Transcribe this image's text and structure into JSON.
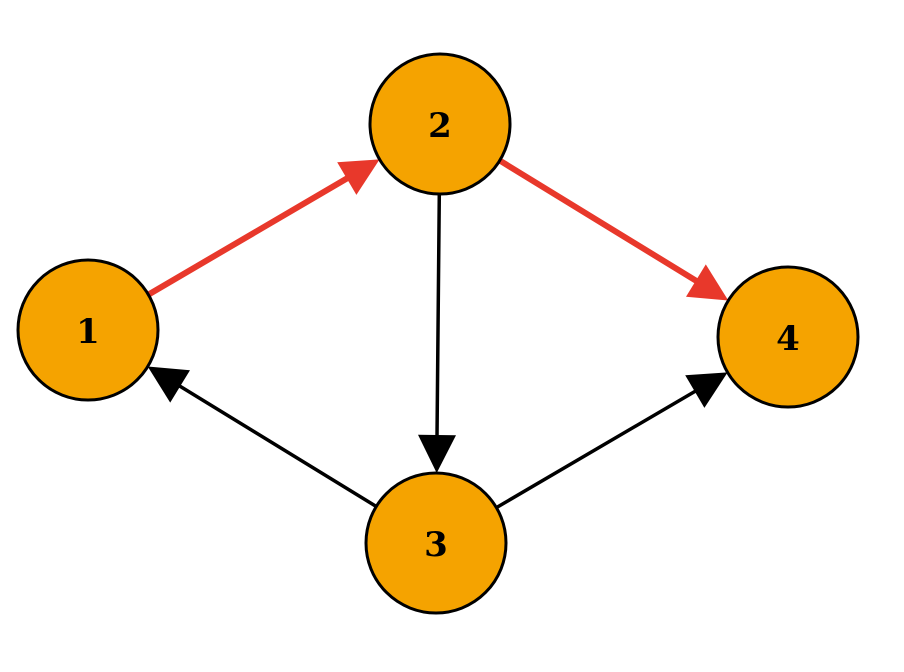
{
  "colors": {
    "node_fill": "#F5A300",
    "node_stroke": "#000000",
    "edge_default": "#000000",
    "edge_highlight": "#E8382B",
    "background": "#FFFFFF"
  },
  "nodes": [
    {
      "id": "1",
      "label": "1"
    },
    {
      "id": "2",
      "label": "2"
    },
    {
      "id": "3",
      "label": "3"
    },
    {
      "id": "4",
      "label": "4"
    }
  ],
  "edges": [
    {
      "from": "1",
      "to": "2",
      "highlighted": true
    },
    {
      "from": "2",
      "to": "4",
      "highlighted": true
    },
    {
      "from": "2",
      "to": "3",
      "highlighted": false
    },
    {
      "from": "3",
      "to": "1",
      "highlighted": false
    },
    {
      "from": "3",
      "to": "4",
      "highlighted": false
    }
  ]
}
